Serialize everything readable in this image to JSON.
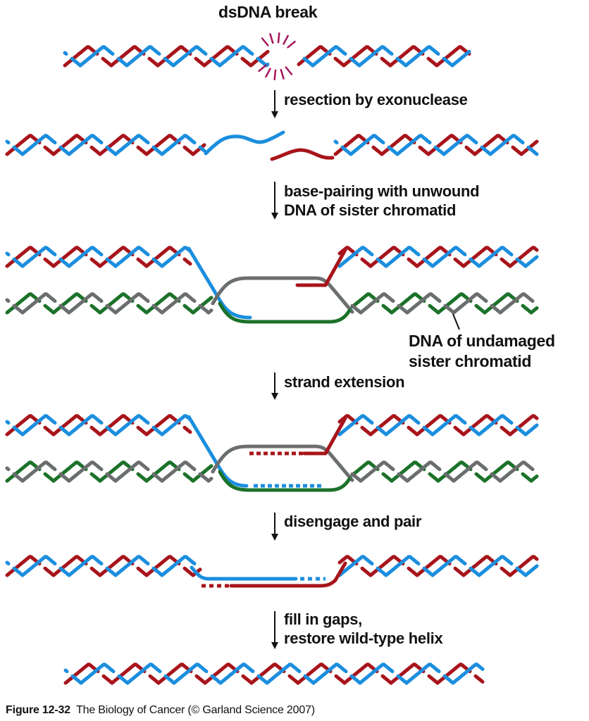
{
  "colors": {
    "red_strand": "#a8141b",
    "blue_strand": "#1b8ede",
    "green_strand": "#1b7229",
    "gray_strand": "#6b6e6e",
    "break_burst": "#a5145a",
    "text": "#111111",
    "arrow": "#111111"
  },
  "title_label": "dsDNA break",
  "steps": [
    {
      "id": "resection",
      "lines": [
        "resection by exonuclease"
      ]
    },
    {
      "id": "base-pairing",
      "lines": [
        "base-pairing with unwound",
        "DNA of sister chromatid"
      ]
    },
    {
      "id": "strand-extension",
      "lines": [
        "strand extension"
      ]
    },
    {
      "id": "disengage",
      "lines": [
        "disengage and pair"
      ]
    },
    {
      "id": "fill-gaps",
      "lines": [
        "fill in gaps,",
        "restore wild-type helix"
      ]
    }
  ],
  "callout": {
    "lines": [
      "DNA of undamaged",
      "sister chromatid"
    ]
  },
  "caption": {
    "figure": "Figure 12-32",
    "book": "The Biology of Cancer",
    "credit": "(© Garland Science 2007)"
  }
}
